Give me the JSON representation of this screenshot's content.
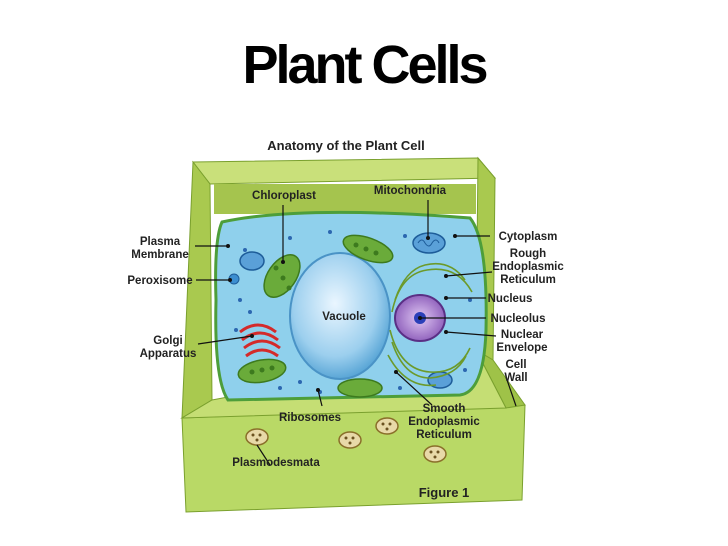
{
  "slide": {
    "title": "Plant Cells"
  },
  "figure": {
    "heading": "Anatomy of the Plant Cell",
    "caption": "Figure 1",
    "labels": {
      "chloroplast": "Chloroplast",
      "mitochondria": "Mitochondria",
      "plasma_membrane": [
        "Plasma",
        "Membrane"
      ],
      "peroxisome": "Peroxisome",
      "golgi": [
        "Golgi",
        "Apparatus"
      ],
      "vacuole": "Vacuole",
      "ribosomes": "Ribosomes",
      "plasmodesmata": "Plasmodesmata",
      "cytoplasm": "Cytoplasm",
      "rough_er": [
        "Rough",
        "Endoplasmic",
        "Reticulum"
      ],
      "nucleus": "Nucleus",
      "nucleolus": "Nucleolus",
      "nuclear_envelope": [
        "Nuclear",
        "Envelope"
      ],
      "cell_wall": [
        "Cell",
        "Wall"
      ],
      "smooth_er": [
        "Smooth",
        "Endoplasmic",
        "Reticulum"
      ]
    },
    "colors": {
      "cell_wall": "#b5d65a",
      "cell_wall_dark": "#8cb33a",
      "cytoplasm": "#7ec8e8",
      "vacuole": "#a8d8f4",
      "chloroplast": "#6aab3a",
      "nucleus": "#9b6fc4",
      "golgi": "#e03030",
      "mitochondria": "#2a7ac0"
    }
  }
}
